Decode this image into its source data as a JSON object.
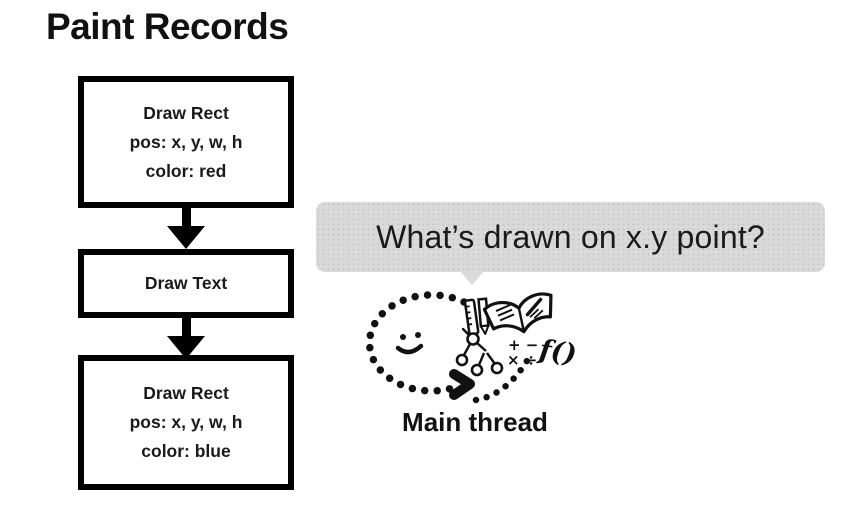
{
  "title": "Paint Records",
  "flowchart": {
    "boxes": [
      {
        "lines": [
          "Draw Rect",
          "pos: x, y, w, h",
          "color: red"
        ]
      },
      {
        "lines": [
          "Draw Text"
        ]
      },
      {
        "lines": [
          "Draw Rect",
          "pos: x, y, w, h",
          "color: blue"
        ]
      }
    ]
  },
  "speech_bubble": {
    "text": "What’s drawn on x.y point?",
    "bg_color": "#dadada"
  },
  "main_thread": {
    "label": "Main thread",
    "math_symbols_row1": "+ −",
    "math_symbols_row2": "× ÷",
    "function_text": "f()",
    "icons": [
      "dotted-loop-icon",
      "smiley-face-icon",
      "chevron-arrow-icon",
      "ruler-icon",
      "pencil-icon",
      "open-book-icon",
      "tree-graph-icon",
      "math-symbols-icon",
      "function-notation-icon"
    ]
  },
  "colors": {
    "ink": "#111111",
    "box_border": "#000000",
    "bubble_bg": "#dadada",
    "background": "#ffffff"
  }
}
